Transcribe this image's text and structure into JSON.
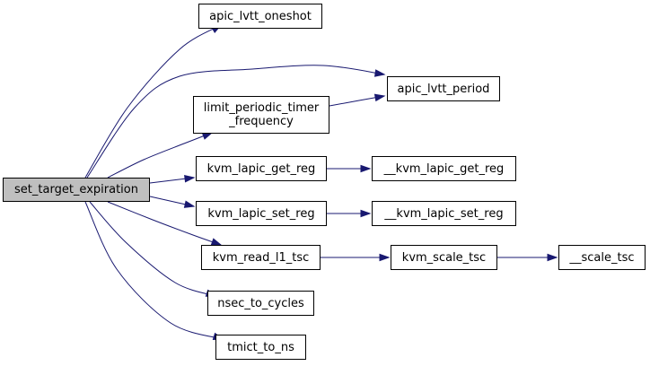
{
  "graph": {
    "colors": {
      "edge": "#191970",
      "node_border": "#000000",
      "root_fill": "#bfbfbf",
      "node_fill": "#ffffff"
    },
    "nodes": {
      "set_target_expiration": {
        "lines": [
          "set_target_expiration"
        ]
      },
      "apic_lvtt_oneshot": {
        "lines": [
          "apic_lvtt_oneshot"
        ]
      },
      "apic_lvtt_period": {
        "lines": [
          "apic_lvtt_period"
        ]
      },
      "limit_periodic_timer_frequency": {
        "lines": [
          "limit_periodic_timer",
          "_frequency"
        ]
      },
      "kvm_lapic_get_reg": {
        "lines": [
          "kvm_lapic_get_reg"
        ]
      },
      "__kvm_lapic_get_reg": {
        "lines": [
          "__kvm_lapic_get_reg"
        ]
      },
      "kvm_lapic_set_reg": {
        "lines": [
          "kvm_lapic_set_reg"
        ]
      },
      "__kvm_lapic_set_reg": {
        "lines": [
          "__kvm_lapic_set_reg"
        ]
      },
      "kvm_read_l1_tsc": {
        "lines": [
          "kvm_read_l1_tsc"
        ]
      },
      "kvm_scale_tsc": {
        "lines": [
          "kvm_scale_tsc"
        ]
      },
      "__scale_tsc": {
        "lines": [
          "__scale_tsc"
        ]
      },
      "nsec_to_cycles": {
        "lines": [
          "nsec_to_cycles"
        ]
      },
      "tmict_to_ns": {
        "lines": [
          "tmict_to_ns"
        ]
      }
    },
    "edges": [
      [
        "set_target_expiration",
        "apic_lvtt_oneshot"
      ],
      [
        "set_target_expiration",
        "apic_lvtt_period"
      ],
      [
        "set_target_expiration",
        "limit_periodic_timer_frequency"
      ],
      [
        "set_target_expiration",
        "kvm_lapic_get_reg"
      ],
      [
        "set_target_expiration",
        "kvm_lapic_set_reg"
      ],
      [
        "set_target_expiration",
        "kvm_read_l1_tsc"
      ],
      [
        "set_target_expiration",
        "nsec_to_cycles"
      ],
      [
        "set_target_expiration",
        "tmict_to_ns"
      ],
      [
        "limit_periodic_timer_frequency",
        "apic_lvtt_period"
      ],
      [
        "kvm_lapic_get_reg",
        "__kvm_lapic_get_reg"
      ],
      [
        "kvm_lapic_set_reg",
        "__kvm_lapic_set_reg"
      ],
      [
        "kvm_read_l1_tsc",
        "kvm_scale_tsc"
      ],
      [
        "kvm_scale_tsc",
        "__scale_tsc"
      ]
    ]
  }
}
